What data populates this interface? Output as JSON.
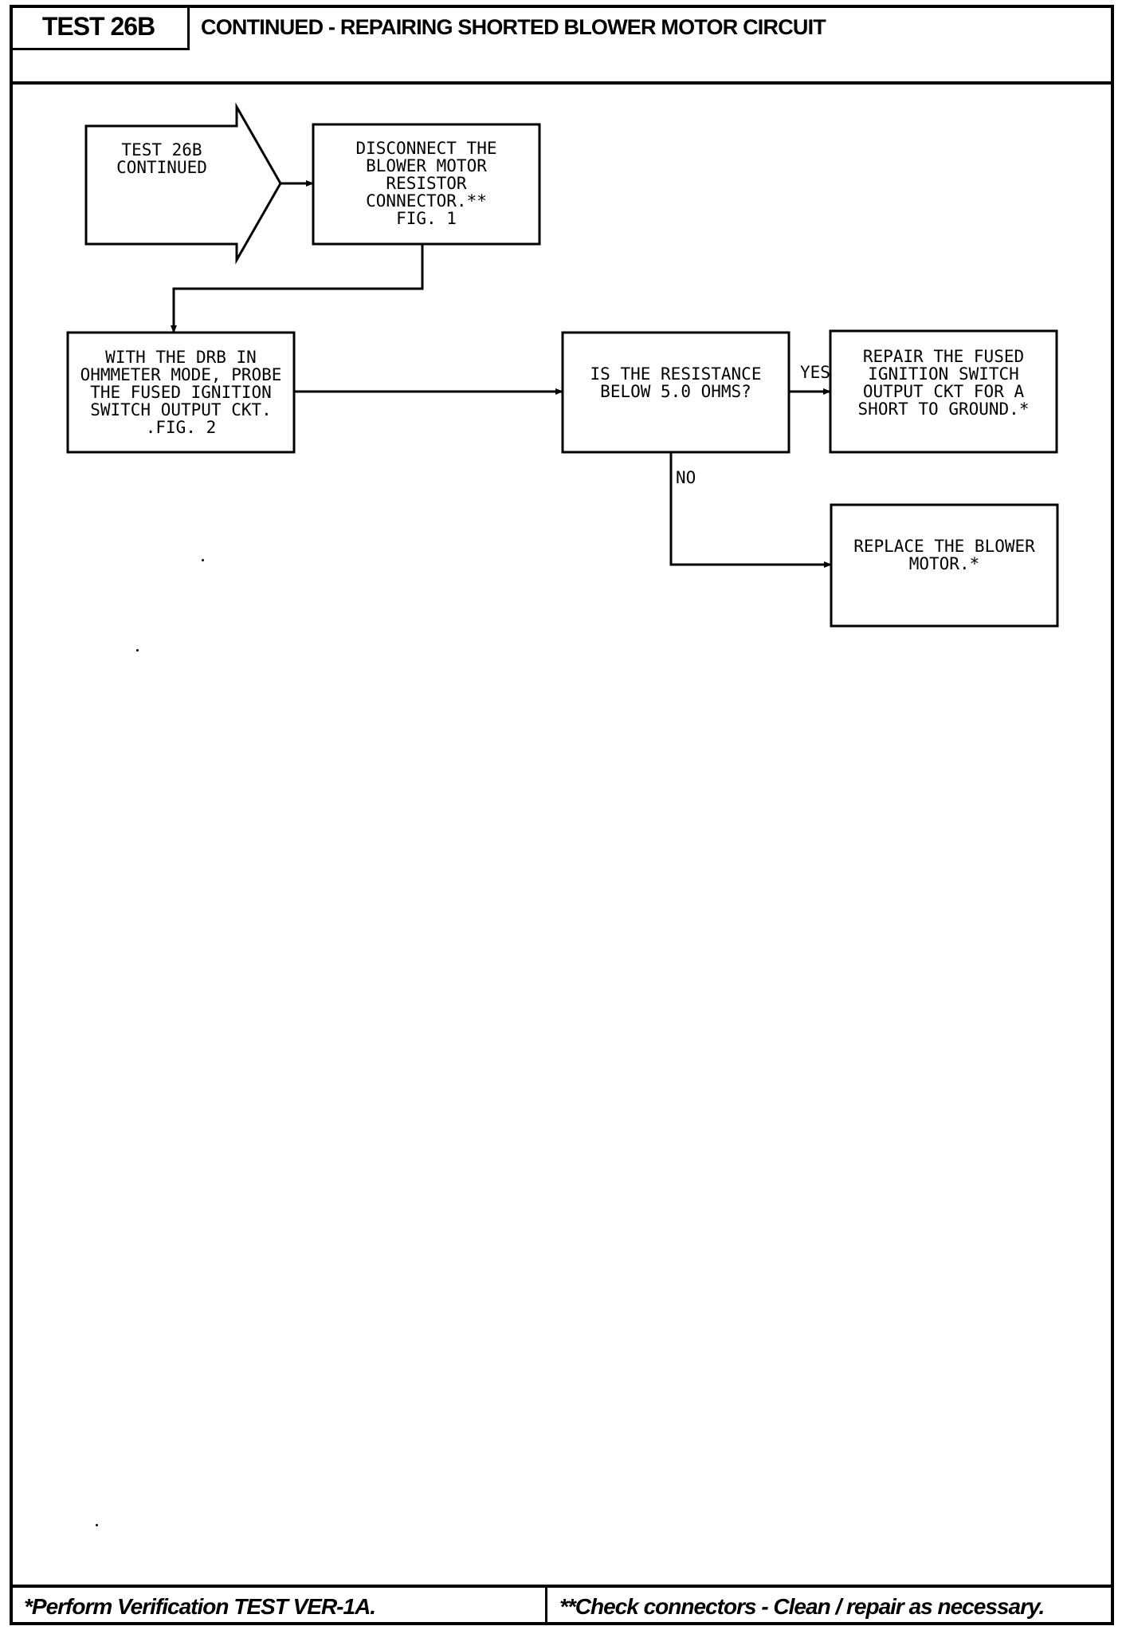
{
  "header": {
    "test_id": "TEST 26B",
    "title": "CONTINUED - REPAIRING SHORTED BLOWER MOTOR CIRCUIT"
  },
  "flowchart": {
    "entry_arrow": "TEST 26B\nCONTINUED",
    "step_disconnect": "DISCONNECT THE\nBLOWER MOTOR\nRESISTOR\nCONNECTOR.**\nFIG. 1",
    "step_probe": "WITH THE DRB IN\nOHMMETER MODE, PROBE\nTHE FUSED IGNITION\nSWITCH OUTPUT CKT.\n.FIG. 2",
    "decision_resistance": "IS THE RESISTANCE\nBELOW 5.0 OHMS?",
    "label_yes": "YES",
    "label_no": "NO",
    "result_repair": "REPAIR THE FUSED\nIGNITION SWITCH\nOUTPUT CKT FOR A\nSHORT TO GROUND.*",
    "result_replace": "REPLACE THE BLOWER\nMOTOR.*"
  },
  "footer": {
    "note_single": "*Perform Verification TEST VER-1A.",
    "note_double": "**Check connectors - Clean / repair as necessary."
  }
}
